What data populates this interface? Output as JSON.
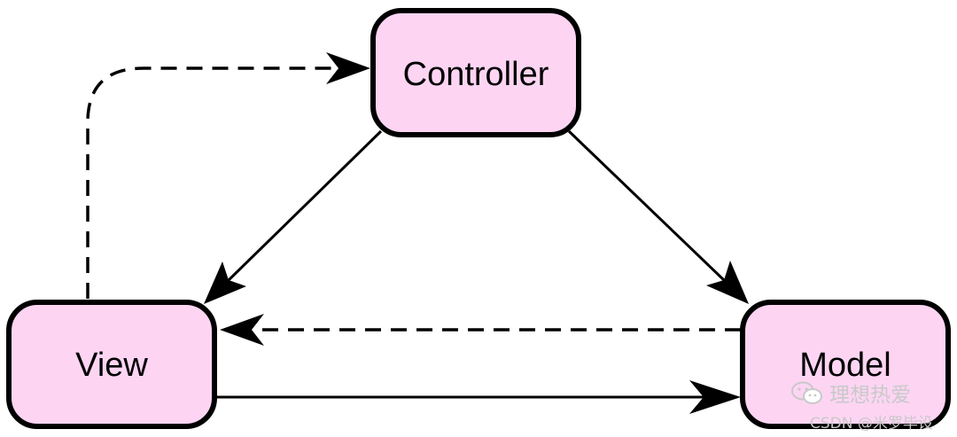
{
  "colors": {
    "node_fill": "#fdd5f3",
    "node_stroke": "#000000",
    "edge": "#000000",
    "watermark": "#c9c9c9"
  },
  "nodes": {
    "controller": "Controller",
    "view": "View",
    "model": "Model"
  },
  "edges": [
    {
      "from": "controller",
      "to": "view",
      "style": "solid"
    },
    {
      "from": "controller",
      "to": "model",
      "style": "solid"
    },
    {
      "from": "view",
      "to": "model",
      "style": "solid"
    },
    {
      "from": "view",
      "to": "controller",
      "style": "dashed"
    },
    {
      "from": "model",
      "to": "view",
      "style": "dashed"
    }
  ],
  "watermark": {
    "main": "理想热爱",
    "sub": "CSDN @米罗毕设",
    "icon": "wechat-icon"
  }
}
